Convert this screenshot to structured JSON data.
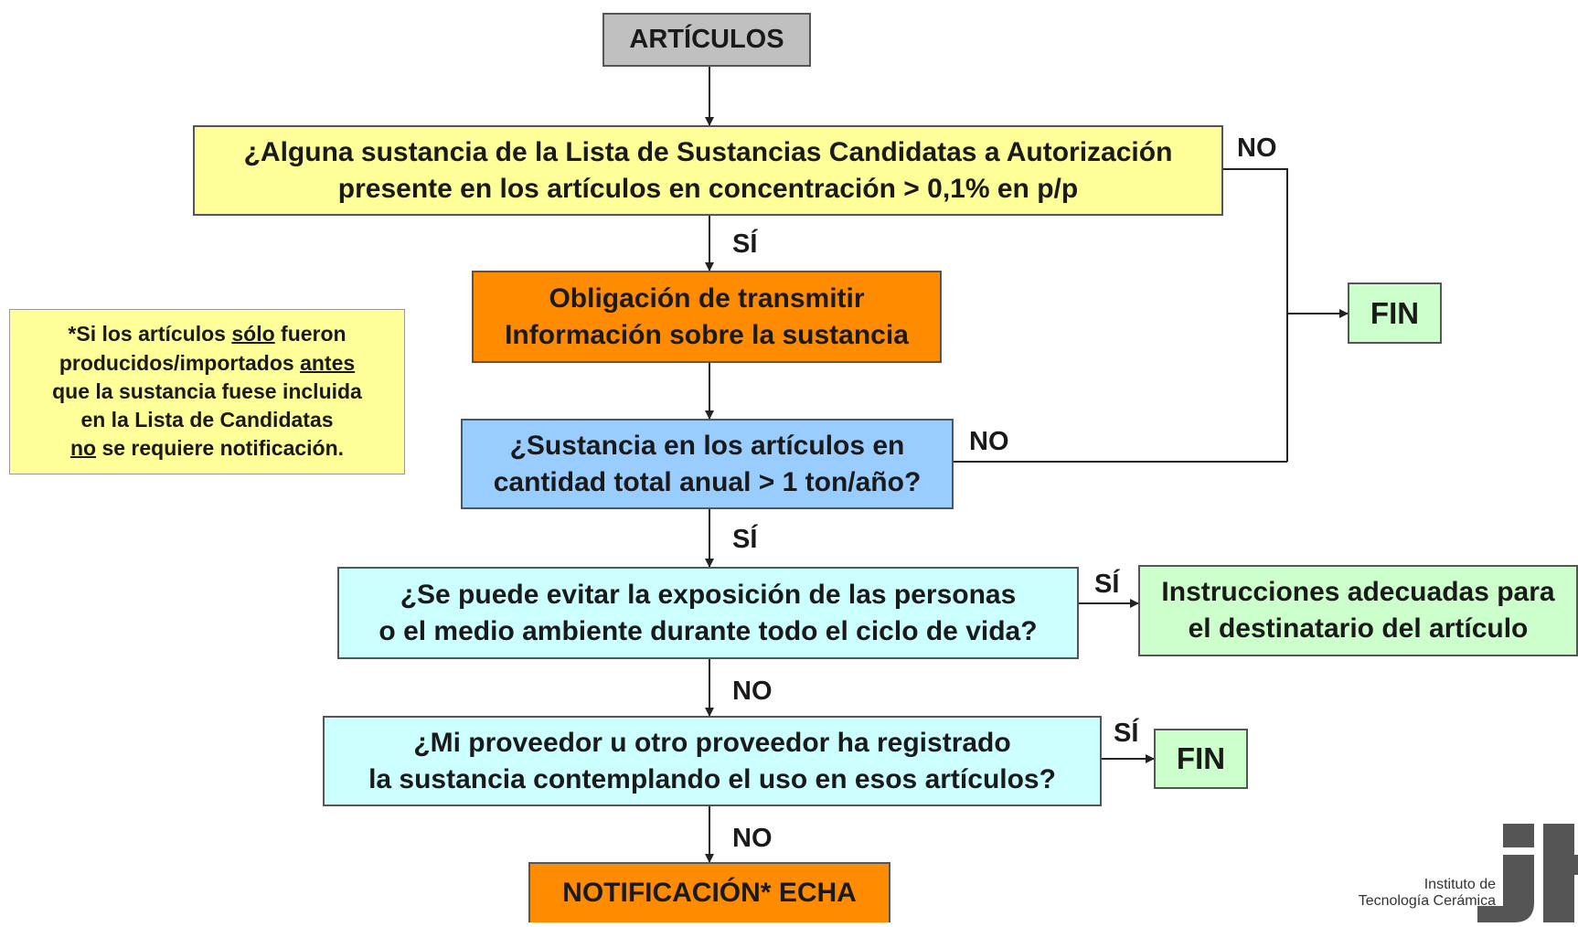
{
  "start": {
    "label": "ARTÍCULOS"
  },
  "q1": {
    "line1": "¿Alguna sustancia de la Lista de Sustancias Candidatas a Autorización",
    "line2": "presente en los artículos en concentración > 0,1% en p/p"
  },
  "obligation": {
    "line1": "Obligación de transmitir",
    "line2": "Información sobre la sustancia"
  },
  "q2": {
    "line1": "¿Sustancia en los artículos en",
    "line2": "cantidad total anual > 1 ton/año?"
  },
  "q3": {
    "line1": "¿Se puede evitar la exposición de las personas",
    "line2": "o el medio ambiente durante todo el ciclo de vida?"
  },
  "instructions": {
    "line1": "Instrucciones adecuadas para",
    "line2": "el destinatario del artículo"
  },
  "q4": {
    "line1": "¿Mi proveedor u otro proveedor ha registrado",
    "line2": "la sustancia contemplando el uso en esos artículos?"
  },
  "notification": {
    "label": "NOTIFICACIÓN* ECHA"
  },
  "fin_top": {
    "label": "FIN"
  },
  "fin_bottom": {
    "label": "FIN"
  },
  "note": {
    "l1a": "*Si los artículos ",
    "l1u": "sólo",
    "l1b": " fueron",
    "l2a": "producidos/importados ",
    "l2u": "antes",
    "l3": "que la sustancia fuese incluida",
    "l4": "en la Lista de Candidatas",
    "l5u": "no",
    "l5b": " se requiere notificación."
  },
  "labels": {
    "q1_no": "NO",
    "q1_yes": "SÍ",
    "q2_no": "NO",
    "q2_yes": "SÍ",
    "q3_yes": "SÍ",
    "q3_no": "NO",
    "q4_yes": "SÍ",
    "q4_no": "NO"
  },
  "logo": {
    "line1": "Instituto de",
    "line2": "Tecnología Cerámica"
  },
  "colors": {
    "start": "#c0c0c0",
    "question_yellow": "#ffff99",
    "obligation": "#ff8c00",
    "question_blue": "#99ccff",
    "question_cyan": "#ccffff",
    "result_green": "#ccffcc",
    "note": "#ffff99"
  }
}
